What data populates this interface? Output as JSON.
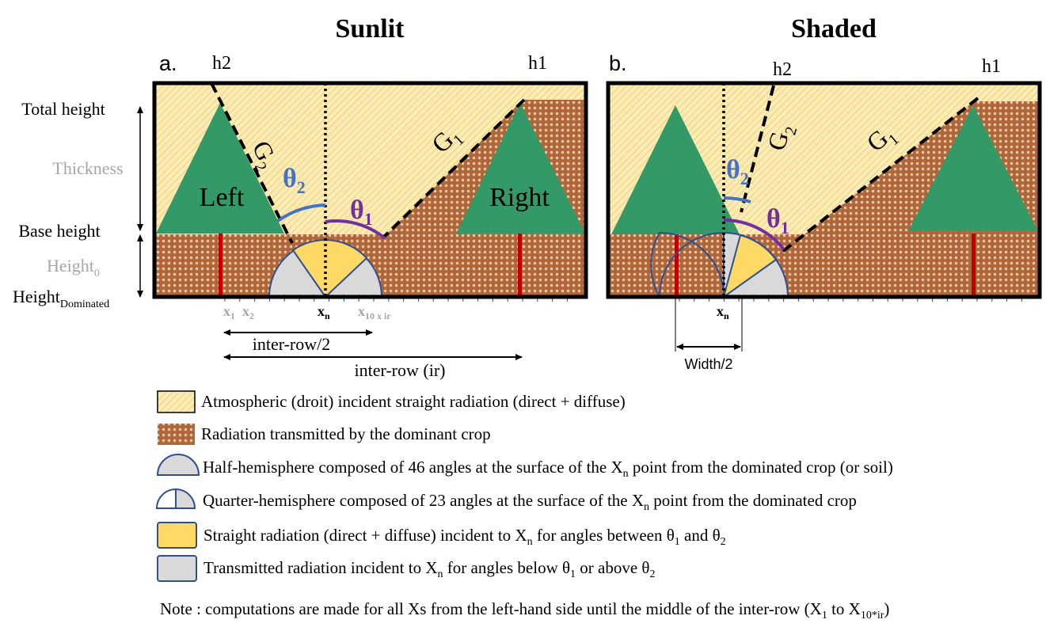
{
  "panel_a": {
    "heading": "Sunlit",
    "letter": "a.",
    "h1": "h1",
    "h2": "h2",
    "g1": {
      "main": "G",
      "sub": "1"
    },
    "g2": {
      "main": "G",
      "sub": "2"
    },
    "theta1": {
      "main": "θ",
      "sub": "1"
    },
    "theta2": {
      "main": "θ",
      "sub": "2"
    },
    "tree_left": "Left",
    "tree_right": "Right",
    "x1": {
      "main": "x",
      "sub": "1"
    },
    "x2": {
      "main": "x",
      "sub": "2"
    },
    "xn": {
      "main": "x",
      "sub": "n"
    },
    "x10": {
      "main": "x",
      "sub": "10 x ir"
    },
    "half_interrow": "inter-row/2",
    "interrow": "inter-row (ir)"
  },
  "panel_b": {
    "heading": "Shaded",
    "letter": "b.",
    "h1": "h1",
    "h2": "h2",
    "g1": {
      "main": "G",
      "sub": "1"
    },
    "g2": {
      "main": "G",
      "sub": "2"
    },
    "theta1": {
      "main": "θ",
      "sub": "1"
    },
    "theta2": {
      "main": "θ",
      "sub": "2"
    },
    "xn": {
      "main": "x",
      "sub": "n"
    },
    "width_half": "Width/2"
  },
  "axis": {
    "total_height": "Total height",
    "thickness": "Thickness",
    "base_height": "Base height",
    "height0": {
      "main": "Height",
      "sub": "0"
    },
    "height_dominated": {
      "main": "Height",
      "sub": "Dominated"
    }
  },
  "legend": {
    "atmospheric": "Atmospheric (droit) incident straight radiation (direct + diffuse)",
    "transmitted_crop": "Radiation transmitted by the dominant crop",
    "half_hemi": {
      "pre": "Half-hemisphere composed of 46 angles at the surface of the X",
      "sub": "n",
      "post": " point from the dominated crop (or soil)"
    },
    "quarter_hemi": {
      "pre": "Quarter-hemisphere composed of 23 angles at the surface of the X",
      "sub": "n",
      "post": " point from the dominated crop"
    },
    "straight": {
      "pre": "Straight radiation (direct + diffuse) incident to X",
      "sub1": "n",
      "mid": " for angles between θ",
      "sub2": "1",
      "mid2": " and θ",
      "sub3": "2"
    },
    "transmitted": {
      "pre": "Transmitted radiation incident to X",
      "sub1": "n",
      "mid": " for angles below θ",
      "sub2": "1",
      "mid2": " or above θ",
      "sub3": "2"
    }
  },
  "note": {
    "pre": "Note : computations are made for all Xs from the left-hand side until the middle of the inter-row (X",
    "sub1": "1",
    "mid": " to X",
    "sub2": "10*ir",
    "post": ")"
  },
  "colors": {
    "atmosphere": "#FBEBB4",
    "crop_band": "#B0673A",
    "tree": "#339966",
    "trunk": "#C00000",
    "sky_sector": "#FFD966",
    "shade_sector": "#D9D9D9",
    "outline": "#2F4F8F",
    "theta1": "#7030A0",
    "theta2": "#4472C4",
    "grey_text": "#A6A6A6"
  }
}
